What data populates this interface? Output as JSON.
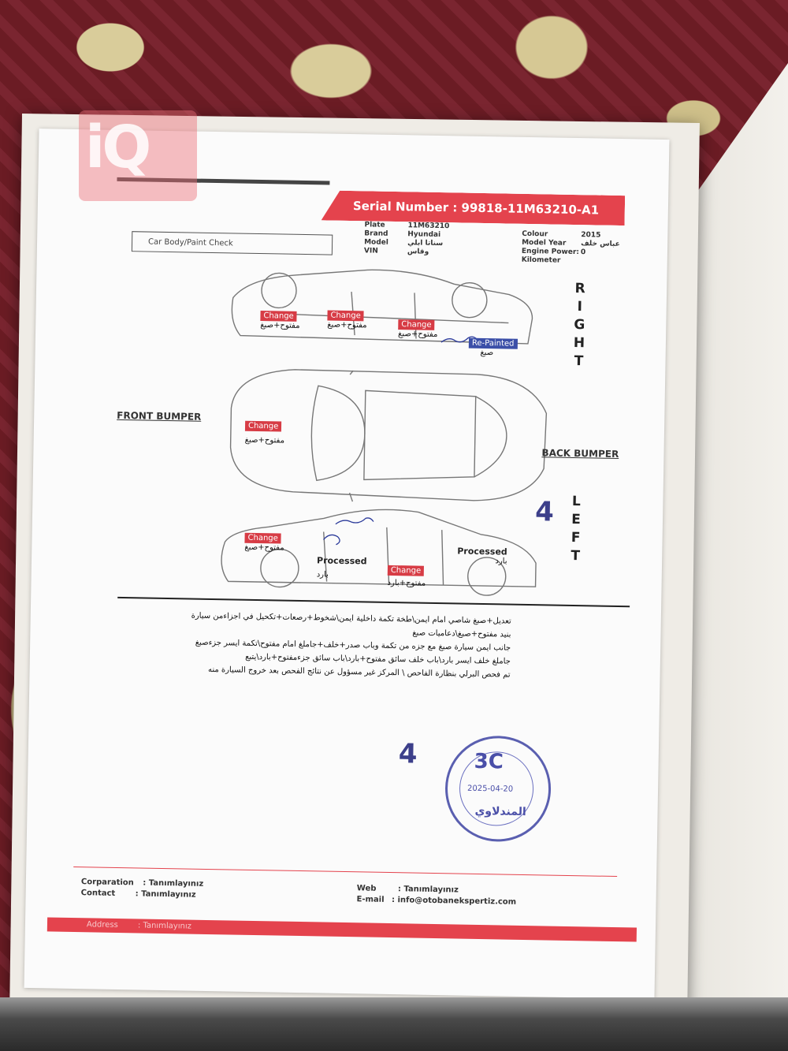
{
  "watermark": "iQ",
  "serial_label": "Serial Number :  99818-11M63210-A1",
  "form_title": "Car Body/Paint Check",
  "vehicle": {
    "plate_label": "Plate",
    "plate": "11M63210",
    "brand_label": "Brand",
    "brand": "Hyundai",
    "model_label": "Model",
    "model": "سناتا ابلي",
    "vin_label": "VIN",
    "vin": "وقاس",
    "colour_label": "Colour",
    "colour": "",
    "year_label": "Model Year",
    "year": "2015",
    "engine_label": "Engine Power:",
    "engine": "عباس خلف",
    "km_label": "Kilometer",
    "km": "0"
  },
  "side_labels": {
    "right": [
      "R",
      "I",
      "G",
      "H",
      "T"
    ],
    "left": [
      "L",
      "E",
      "F",
      "T"
    ]
  },
  "bumpers": {
    "front": "FRONT BUMPER",
    "back": "BACK BUMPER"
  },
  "tags": {
    "change": "Change",
    "repainted": "Re-Painted",
    "processed": "Processed"
  },
  "arabic_marks": {
    "open_paint": "مفتوح+صبغ",
    "paint": "صبغ",
    "open_cold": "مفتوح+بارد",
    "cold": "بارد"
  },
  "handwritten_number": "4",
  "notes": [
    "تعديل+صبغ شاصي امام ايمن\\طخة تكمة داخلية ايمن\\شخوط+رصعات+تكحيل في اجزاءمن سيارة",
    "بنيد مفتوح+صبغ\\دعاميات صبغ",
    "جانب ايمن سيارة صبغ مع جزه من تكمة وباب صدر+خلف+جاملغ امام مفتوح\\تكمة ايسر جزءصبغ",
    "جاملغ خلف ايسر بارد\\باب خلف سائق مفتوح+بارد\\باب سائق جزءمفتوح+بارد\\يتبع",
    "تم فحص البرلي بنظارة الفاحص \\ المركز غير مسؤول عن نتائج الفحص بعد خروج السيارة منه"
  ],
  "stamp": {
    "code": "3C",
    "date": "2025-04-20",
    "name": "المندلاوي"
  },
  "footer": {
    "corp_label": "Corparation",
    "corp": ":  Tanımlayınız",
    "contact_label": "Contact",
    "contact": ":  Tanımlayınız",
    "web_label": "Web",
    "web": ":  Tanımlayınız",
    "email_label": "E-mail",
    "email": ":  info@otobanekspertiz.com",
    "address_label": "Address",
    "address": ":  Tanımlayınız"
  }
}
